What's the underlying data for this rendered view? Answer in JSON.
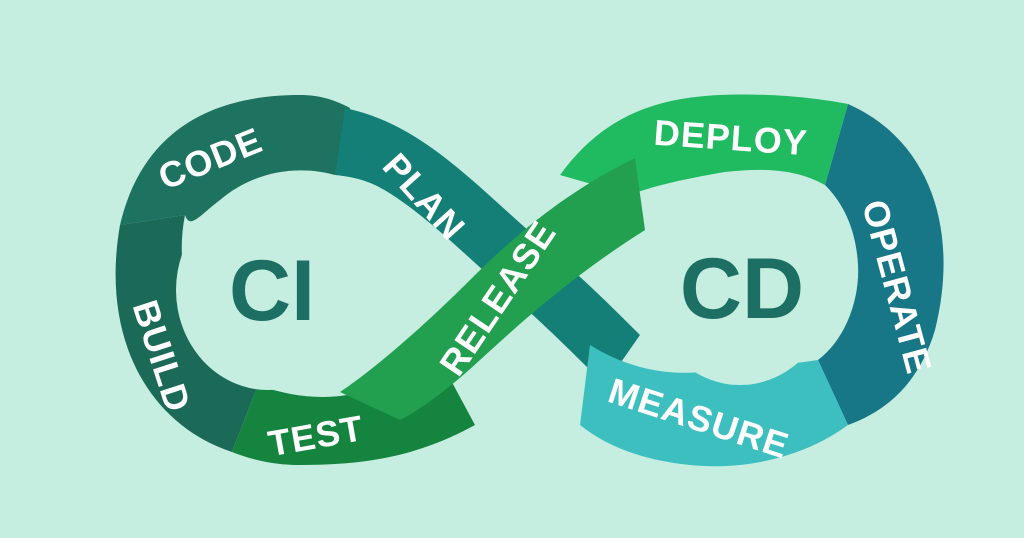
{
  "colors": {
    "background": "#c5ede0",
    "center_text": "#1d6f64",
    "label_text": "#ffffff"
  },
  "ci_loop": {
    "center_label": "CI",
    "stages": [
      {
        "id": "plan",
        "label": "PLAN",
        "color": "#137f76"
      },
      {
        "id": "code",
        "label": "CODE",
        "color": "#1d7260"
      },
      {
        "id": "build",
        "label": "BUILD",
        "color": "#1b6a58"
      },
      {
        "id": "test",
        "label": "TEST",
        "color": "#15843f"
      }
    ]
  },
  "cd_loop": {
    "center_label": "CD",
    "stages": [
      {
        "id": "deploy",
        "label": "DEPLOY",
        "color": "#20ba60"
      },
      {
        "id": "operate",
        "label": "OPERATE",
        "color": "#177787"
      },
      {
        "id": "measure",
        "label": "MEASURE",
        "color": "#3dbfc0"
      }
    ]
  },
  "crossover": {
    "id": "release",
    "label": "RELEASE",
    "color": "#22a050"
  }
}
